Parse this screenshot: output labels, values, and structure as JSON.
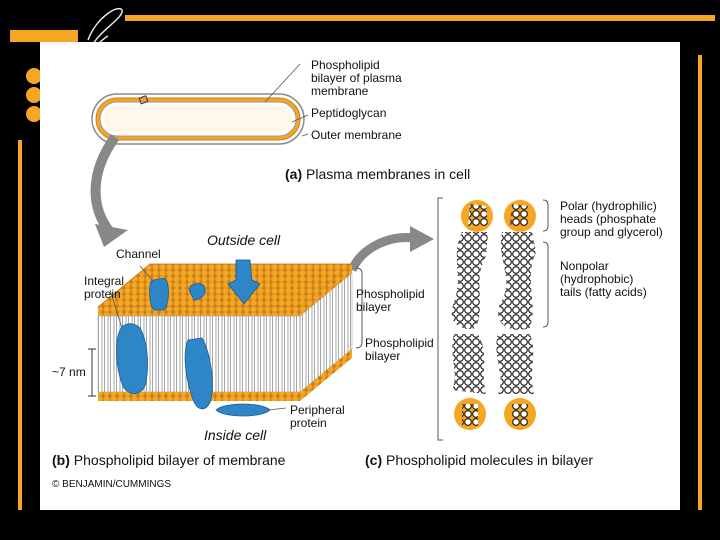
{
  "colors": {
    "slide_background": "#000000",
    "accent_gold": "#f5a623",
    "orange_head": "#f5a623",
    "membrane_blue": "#2f86c7",
    "panel": "#ffffff"
  },
  "panel_a": {
    "labels": {
      "phospholipid_bilayer": "Phospholipid\nbilayer of plasma\nmembrane",
      "peptidoglycan": "Peptidoglycan",
      "outer_membrane": "Outer membrane"
    },
    "caption_letter": "(a)",
    "caption_text": "Plasma membranes in cell"
  },
  "panel_b": {
    "labels": {
      "outside_cell": "Outside cell",
      "channel": "Channel",
      "integral_protein": "Integral\nprotein",
      "thickness": "~7 nm",
      "phospholipid_bilayer": "Phospholipid\nbilayer",
      "inside_cell": "Inside cell",
      "peripheral_protein": "Peripheral\nprotein"
    },
    "caption_letter": "(b)",
    "caption_text": "Phospholipid bilayer of membrane"
  },
  "panel_c": {
    "labels": {
      "polar_heads": "Polar (hydrophilic)\nheads (phosphate\ngroup and glycerol)",
      "nonpolar_tails": "Nonpolar\n(hydrophobic)\ntails (fatty acids)",
      "phospholipid_bilayer": "Phospholipid\nbilayer"
    },
    "caption_letter": "(c)",
    "caption_text": "Phospholipid molecules in bilayer"
  },
  "copyright": "© BENJAMIN/CUMMINGS"
}
